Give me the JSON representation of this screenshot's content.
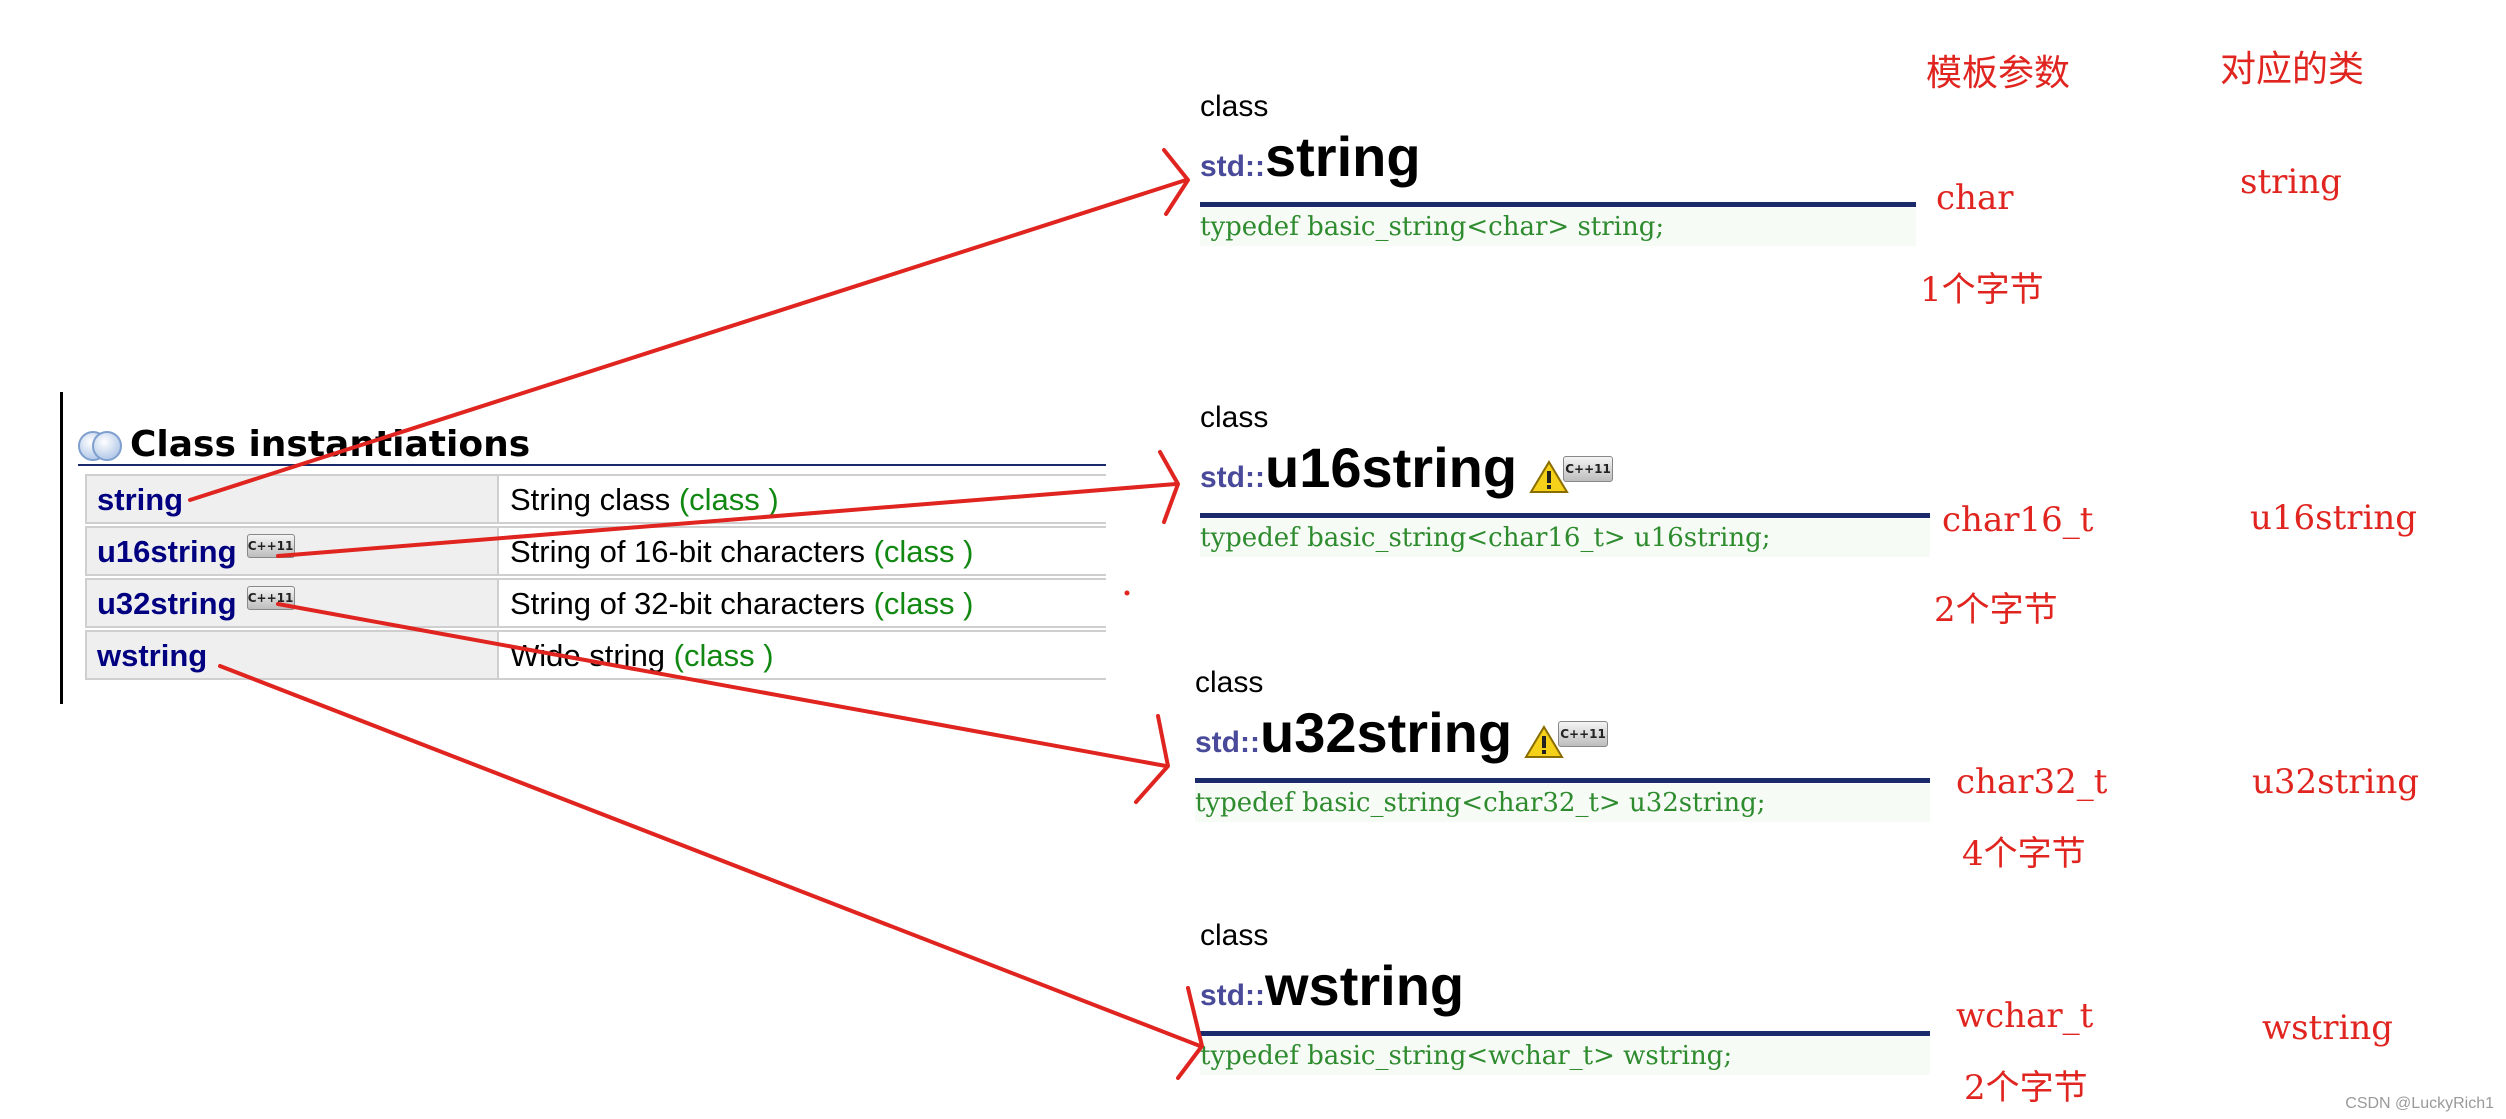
{
  "left_panel": {
    "title": "Class instantiations",
    "rows": [
      {
        "name": "string",
        "badge": "",
        "desc": "String class ",
        "kind": "(class )"
      },
      {
        "name": "u16string",
        "badge": "C++11",
        "desc": "String of 16-bit characters ",
        "kind": "(class )"
      },
      {
        "name": "u32string",
        "badge": "C++11",
        "desc": "String of 32-bit characters ",
        "kind": "(class )"
      },
      {
        "name": "wstring",
        "badge": "",
        "desc": "Wide string ",
        "kind": "(class )"
      }
    ]
  },
  "classes": [
    {
      "keyword": "class",
      "namespace": "std::",
      "name": "string",
      "badge": "",
      "typedef": "typedef basic_string<char> string;"
    },
    {
      "keyword": "class",
      "namespace": "std::",
      "name": "u16string",
      "badge": "C++11",
      "typedef": "typedef basic_string<char16_t> u16string;"
    },
    {
      "keyword": "class",
      "namespace": "std::",
      "name": "u32string",
      "badge": "C++11",
      "typedef": "typedef basic_string<char32_t> u32string;"
    },
    {
      "keyword": "class",
      "namespace": "std::",
      "name": "wstring",
      "badge": "",
      "typedef": "typedef basic_string<wchar_t> wstring;"
    }
  ],
  "annotations": {
    "header_param": "模板参数",
    "header_class": "对应的类",
    "rows": [
      {
        "param": "char",
        "size": "1个字节",
        "cls": "string"
      },
      {
        "param": "char16_t",
        "size": "2个字节",
        "cls": "u16string"
      },
      {
        "param": "char32_t",
        "size": "4个字节",
        "cls": "u32string"
      },
      {
        "param": "wchar_t",
        "size": "2个字节",
        "cls": "wstring"
      }
    ]
  },
  "colors": {
    "arrow": "#e0241f",
    "rule": "#1b2a6b",
    "kind_green": "#118811",
    "name_navy": "#000080"
  },
  "watermark": "CSDN @LuckyRich1"
}
